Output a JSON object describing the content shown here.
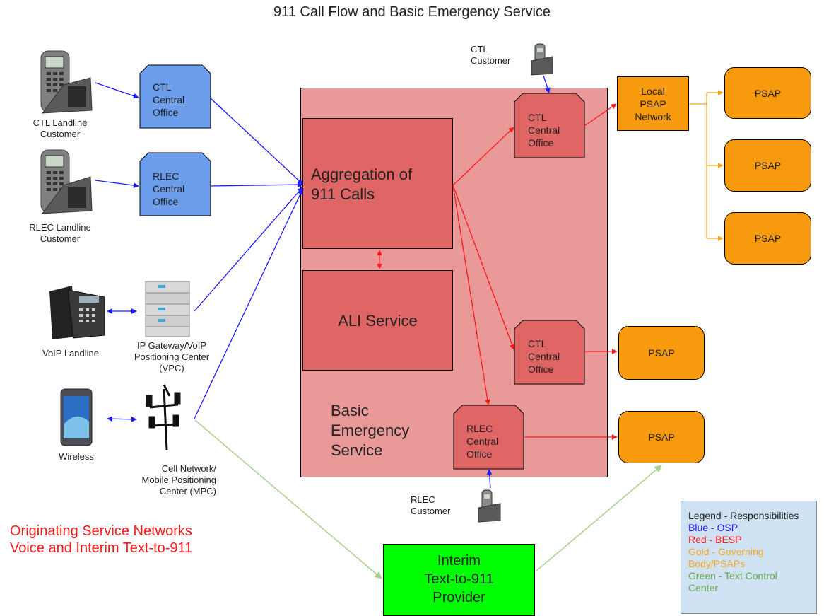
{
  "title": "911 Call Flow and Basic Emergency Service",
  "customers": {
    "ctl_landline": [
      "CTL Landline",
      "Customer"
    ],
    "rlec_landline": [
      "RLEC Landline",
      "Customer"
    ],
    "voip_landline": "VoIP Landline",
    "wireless": "Wireless",
    "ctl_customer_top": [
      "CTL",
      "Customer"
    ],
    "rlec_customer_bottom": [
      "RLEC",
      "Customer"
    ]
  },
  "osp_nodes": {
    "ctl_co": [
      "CTL",
      "Central",
      "Office"
    ],
    "rlec_co": [
      "RLEC",
      "Central",
      "Office"
    ],
    "ip_gateway": [
      "IP Gateway/VoIP",
      "Positioning Center",
      "(VPC)"
    ],
    "cell_network": [
      "Cell Network/",
      "Mobile Positioning",
      "Center (MPC)"
    ]
  },
  "besp": {
    "aggregation": [
      "Aggregation of",
      "911 Calls"
    ],
    "ali": "ALI Service",
    "label": [
      "Basic",
      "Emergency",
      "Service"
    ],
    "ctl_co_top": [
      "CTL",
      "Central",
      "Office"
    ],
    "ctl_co_mid": [
      "CTL",
      "Central",
      "Office"
    ],
    "rlec_co": [
      "RLEC",
      "Central",
      "Office"
    ]
  },
  "psap_network": [
    "Local",
    "PSAP",
    "Network"
  ],
  "psap_label": "PSAP",
  "text_provider": [
    "Interim",
    "Text-to-911",
    "Provider"
  ],
  "originating": [
    "Originating Service Networks",
    "Voice and Interim Text-to-911"
  ],
  "legend": {
    "title": "Legend - Responsibilities",
    "items": [
      {
        "text": "Blue - OSP",
        "color": "#1a1aff"
      },
      {
        "text": "Red - BESP",
        "color": "#ff1a1a"
      },
      {
        "text": "Gold - Governing Body/PSAPs",
        "color": "#f6a623"
      },
      {
        "text": "Green - Text Control Center",
        "color": "#6aa84f"
      }
    ]
  },
  "colors": {
    "osp_blue": "#6d9eeb",
    "besp_bg": "#ea9999",
    "besp_box": "#e06666",
    "psap_gold": "#f79a0e",
    "text_green": "#00ff00",
    "link_blue": "#1a1aff",
    "link_red": "#ff1a1a",
    "link_gold": "#f6a623",
    "link_green": "#a8d08d"
  }
}
